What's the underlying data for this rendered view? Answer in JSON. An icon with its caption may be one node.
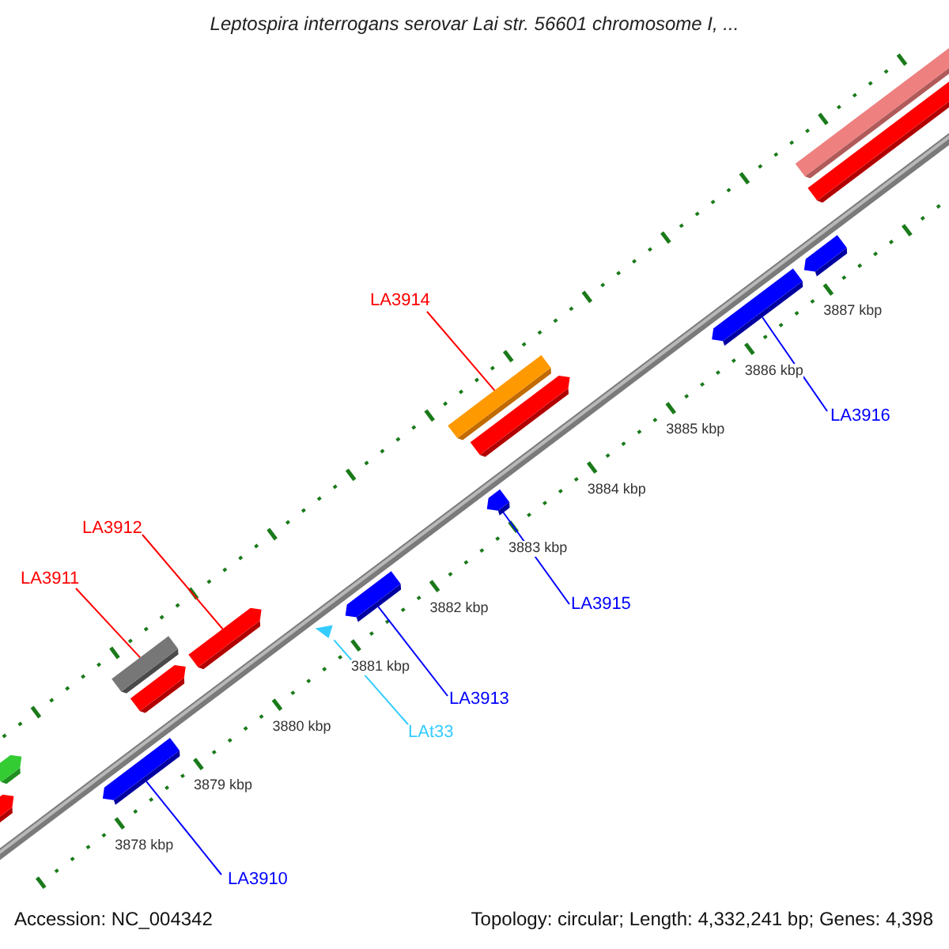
{
  "diagram": {
    "title": "Leptospira interrogans serovar Lai str. 56601 chromosome I, ...",
    "nodes": [
      {
        "text": [
          "LA3914"
        ]
      },
      {
        "text": [
          "LA3916"
        ]
      },
      {
        "text": [
          "LA3912"
        ]
      },
      {
        "text": [
          "LA3911"
        ]
      },
      {
        "text": [
          "LA3915"
        ]
      },
      {
        "text": [
          "LA3913"
        ]
      },
      {
        "text": [
          "LAt33"
        ]
      },
      {
        "text": [
          "LA3910"
        ]
      },
      {
        "text": [],
        "shape": "bar"
      },
      {
        "text": [],
        "shape": "bar"
      },
      {
        "text": [],
        "shape": "bar"
      },
      {
        "text": [],
        "shape": "bar"
      },
      {
        "text": [],
        "shape": "bar"
      },
      {
        "text": [],
        "shape": "bar"
      },
      {
        "text": [],
        "shape": "bar"
      },
      {
        "text": [],
        "shape": "bar"
      },
      {
        "text": [],
        "shape": "bar"
      },
      {
        "text": [],
        "shape": "bar"
      },
      {
        "text": [],
        "shape": "bar"
      },
      {
        "text": [],
        "shape": "bar"
      },
      {
        "text": [],
        "shape": "bar"
      },
      {
        "text": [],
        "shape": "bar"
      },
      {
        "text": [],
        "shape": "bar"
      }
    ],
    "edges": [
      {
        "from": 0,
        "to": 17,
        "arrow": "none",
        "color": "#ff0000"
      },
      {
        "from": 1,
        "to": 19,
        "arrow": "none"
      },
      {
        "from": 2,
        "to": 13,
        "arrow": "none",
        "color": "#ff0000"
      },
      {
        "from": 3,
        "to": 11,
        "arrow": "none",
        "color": "#ff0000"
      },
      {
        "from": 4,
        "to": 16,
        "arrow": "none"
      },
      {
        "from": 5,
        "to": 15,
        "arrow": "none"
      },
      {
        "from": 6,
        "to": 14,
        "arrow": "none",
        "color": "#33ccff"
      },
      {
        "from": 7,
        "to": 10,
        "arrow": "none"
      }
    ],
    "labels": [
      "3878 kbp",
      "3879 kbp",
      "3880 kbp",
      "3881 kbp",
      "3882 kbp",
      "3883 kbp",
      "3884 kbp",
      "3885 kbp",
      "3886 kbp",
      "3887 kbp",
      "Accession: NC_004342",
      "Topology: circular; Length: 4,332,241 bp; Genes: 4,398"
    ]
  }
}
